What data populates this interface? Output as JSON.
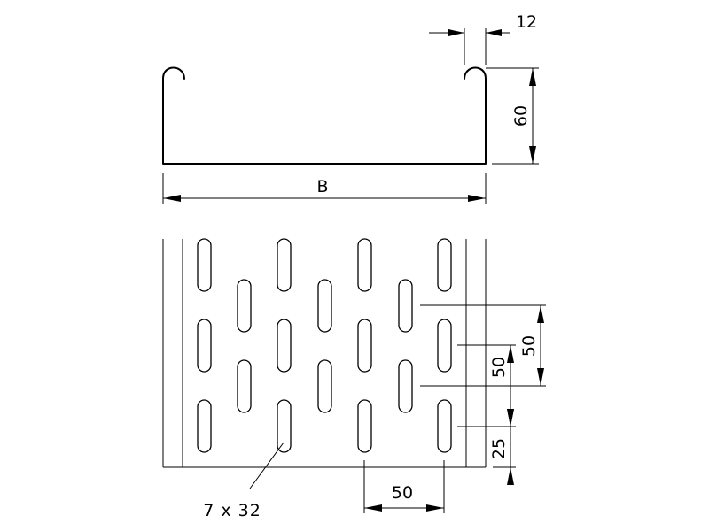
{
  "dimensions": {
    "lip_width": "12",
    "side_height": "60",
    "tray_width": "B",
    "slot_pitch_vertical": "50",
    "slot_offset_vertical": "50",
    "slot_edge_distance": "25",
    "slot_pitch_horizontal": "50",
    "slot_size": "7 x 32"
  }
}
